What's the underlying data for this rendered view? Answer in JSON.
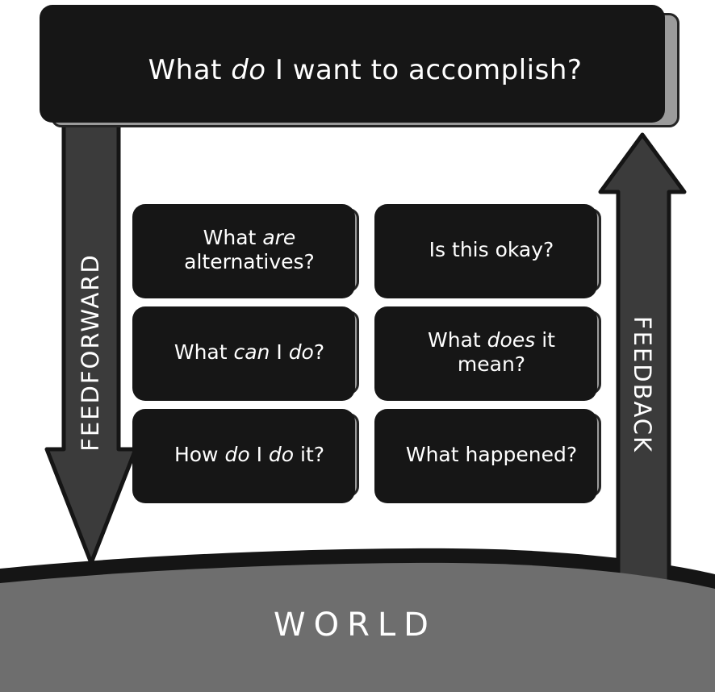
{
  "diagram": {
    "title": {
      "segments": [
        {
          "t": "What ",
          "i": false
        },
        {
          "t": "do",
          "i": true
        },
        {
          "t": " I want to accomplish?",
          "i": false
        }
      ]
    },
    "boxes": [
      {
        "name": "what-are-alternatives",
        "segments": [
          {
            "t": "What ",
            "i": false
          },
          {
            "t": "are",
            "i": true
          },
          {
            "br": true
          },
          {
            "t": "alternatives?",
            "i": false
          }
        ]
      },
      {
        "name": "is-this-okay",
        "segments": [
          {
            "t": "Is this okay?",
            "i": false
          }
        ]
      },
      {
        "name": "what-can-i-do",
        "segments": [
          {
            "t": "What ",
            "i": false
          },
          {
            "t": "can",
            "i": true
          },
          {
            "t": " I ",
            "i": false
          },
          {
            "t": "do",
            "i": true
          },
          {
            "t": "?",
            "i": false
          }
        ]
      },
      {
        "name": "what-does-it-mean",
        "segments": [
          {
            "t": "What ",
            "i": false
          },
          {
            "t": "does",
            "i": true
          },
          {
            "t": " it",
            "i": false
          },
          {
            "br": true
          },
          {
            "t": "mean?",
            "i": false
          }
        ]
      },
      {
        "name": "how-do-i-do-it",
        "segments": [
          {
            "t": "How ",
            "i": false
          },
          {
            "t": "do",
            "i": true
          },
          {
            "t": " I ",
            "i": false
          },
          {
            "t": "do",
            "i": true
          },
          {
            "t": " it?",
            "i": false
          }
        ]
      },
      {
        "name": "what-happened",
        "segments": [
          {
            "t": "What happened?",
            "i": false
          }
        ]
      }
    ],
    "feedforward_label": "FEEDFORWARD",
    "feedback_label": "FEEDBACK",
    "world_label": "WORLD",
    "colors": {
      "box_fill": "#9b9b9b",
      "box_border": "#242424",
      "sketch_shadow": "#161616",
      "arrow_fill": "#3b3b3b",
      "arrow_outline": "#151515",
      "world_fill": "#6e6e6e",
      "world_stroke": "#151515",
      "text": "#ffffff",
      "background": "#ffffff"
    }
  }
}
